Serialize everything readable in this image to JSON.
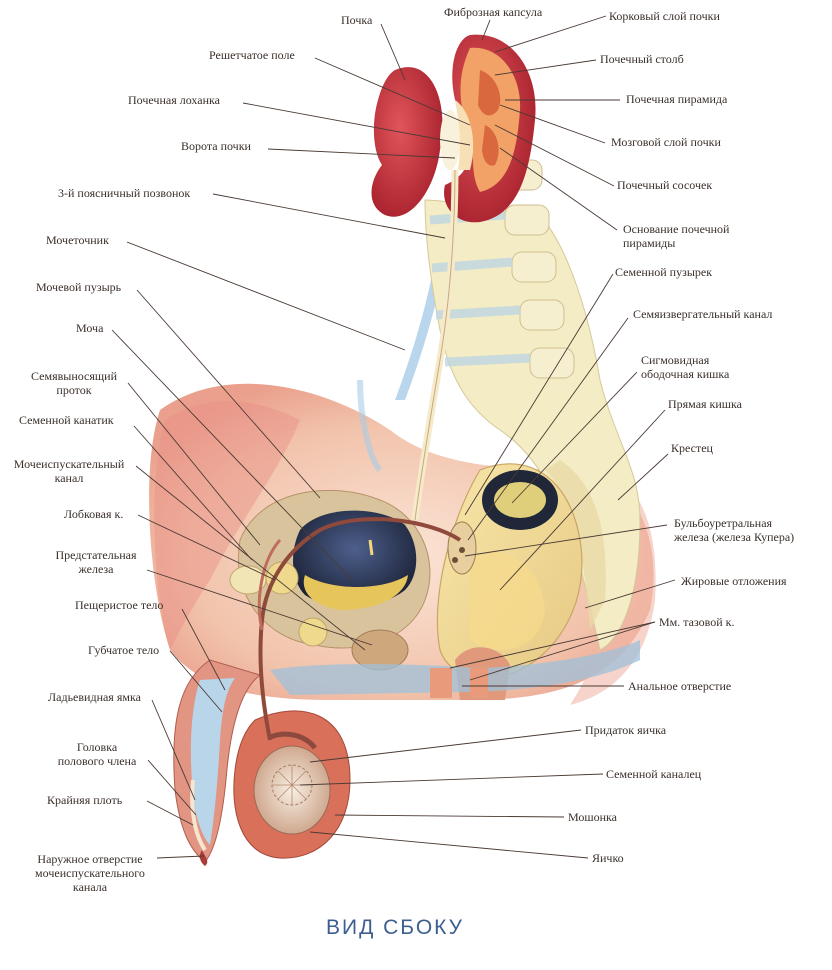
{
  "title": "ВИД СБОКУ",
  "labels": {
    "pochka": "Почка",
    "fibroznaya": "Фиброзная капсула",
    "korkovy": "Корковый слой почки",
    "reshetchatoe": "Решетчатое поле",
    "stolb": "Почечный столб",
    "lohanka": "Почечная лоханка",
    "piramida": "Почечная пирамида",
    "vorota": "Ворота почки",
    "mozgovoy": "Мозговой слой почки",
    "sosochek": "Почечный сосочек",
    "pozvonok": "3-й поясничный позвонок",
    "osnovanie1": "Основание почечной",
    "osnovanie2": "пирамиды",
    "mochetochnik": "Мочеточник",
    "puzyrek": "Семенной пузырек",
    "puzyr": "Мочевой пузырь",
    "semyaizverg": "Семяизвергательный канал",
    "mocha": "Моча",
    "sigm1": "Сигмовидная",
    "sigm2": "ободочная кишка",
    "semyavyn1": "Семявыносящий",
    "semyavyn2": "проток",
    "pryamaya": "Прямая кишка",
    "kanatik": "Семенной канатик",
    "krestets": "Крестец",
    "mochespusk1": "Мочеиспускательный",
    "mochespusk2": "канал",
    "lobkovaya": "Лобковая к.",
    "bulbo1": "Бульбоуретральная",
    "bulbo2": "железа (железа Купера)",
    "predstat1": "Предстательная",
    "predstat2": "железа",
    "zhirovye": "Жировые отложения",
    "pescheristoe": "Пещеристое тело",
    "mm": "Мм. тазовой к.",
    "gubchatoe": "Губчатое тело",
    "analnoe": "Анальное отверстие",
    "ladevidnaya": "Ладьевидная ямка",
    "pridatok": "Придаток яичка",
    "golovka1": "Головка",
    "golovka2": "полового члена",
    "kanalets": "Семенной каналец",
    "krainyaya": "Крайняя плоть",
    "moshonka": "Мошонка",
    "naruzhnoe1": "Наружное отверстие",
    "naruzhnoe2": "мочеиспускательного",
    "naruzhnoe3": "канала",
    "yaichko": "Яичко"
  },
  "colors": {
    "kidney": "#c8323a",
    "kidney_cortex": "#f2a267",
    "bone": "#f3ecc6",
    "bladder": "#2a3550",
    "urine": "#e6c55a",
    "skin": "#e7a58e",
    "fat": "#f6e39a",
    "title": "#3d5f8f"
  }
}
